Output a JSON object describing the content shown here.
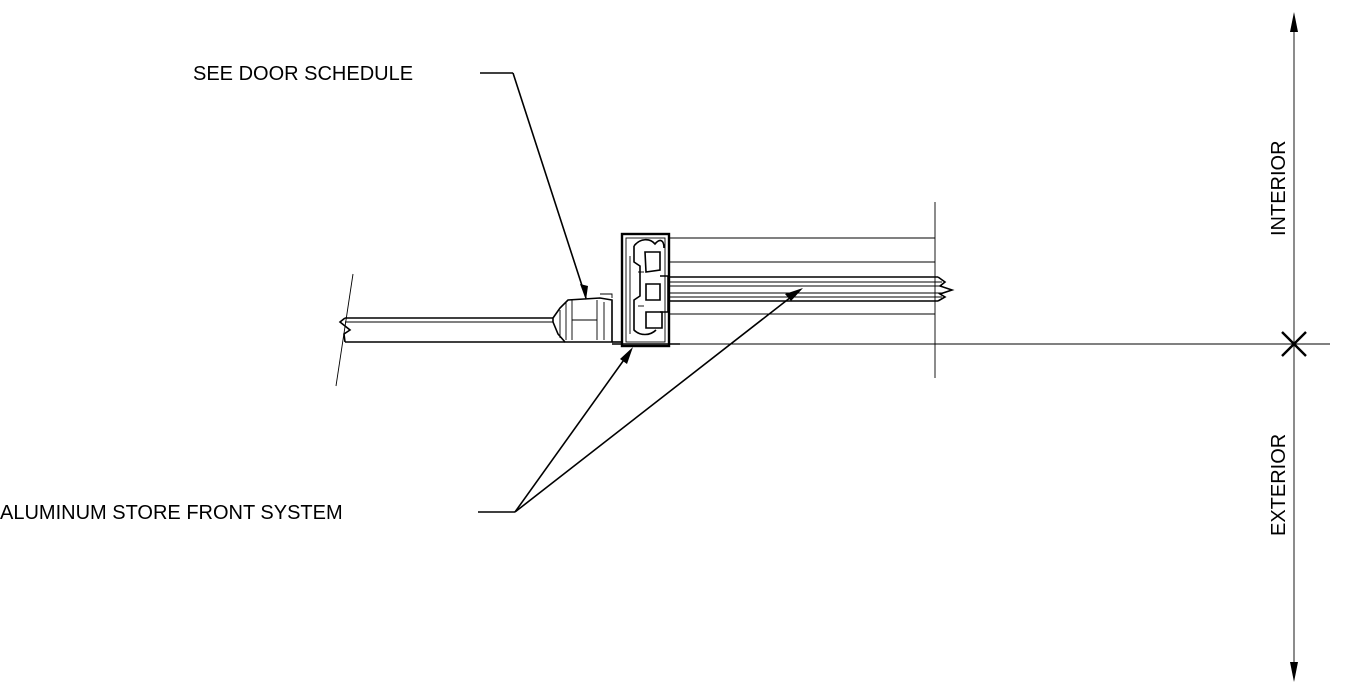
{
  "labels": {
    "see_door_schedule": "SEE DOOR SCHEDULE",
    "aluminum_store_front": "ALUMINUM STORE FRONT SYSTEM",
    "interior": "INTERIOR",
    "exterior": "EXTERIOR"
  },
  "colors": {
    "line": "#000000",
    "background": "#ffffff"
  }
}
